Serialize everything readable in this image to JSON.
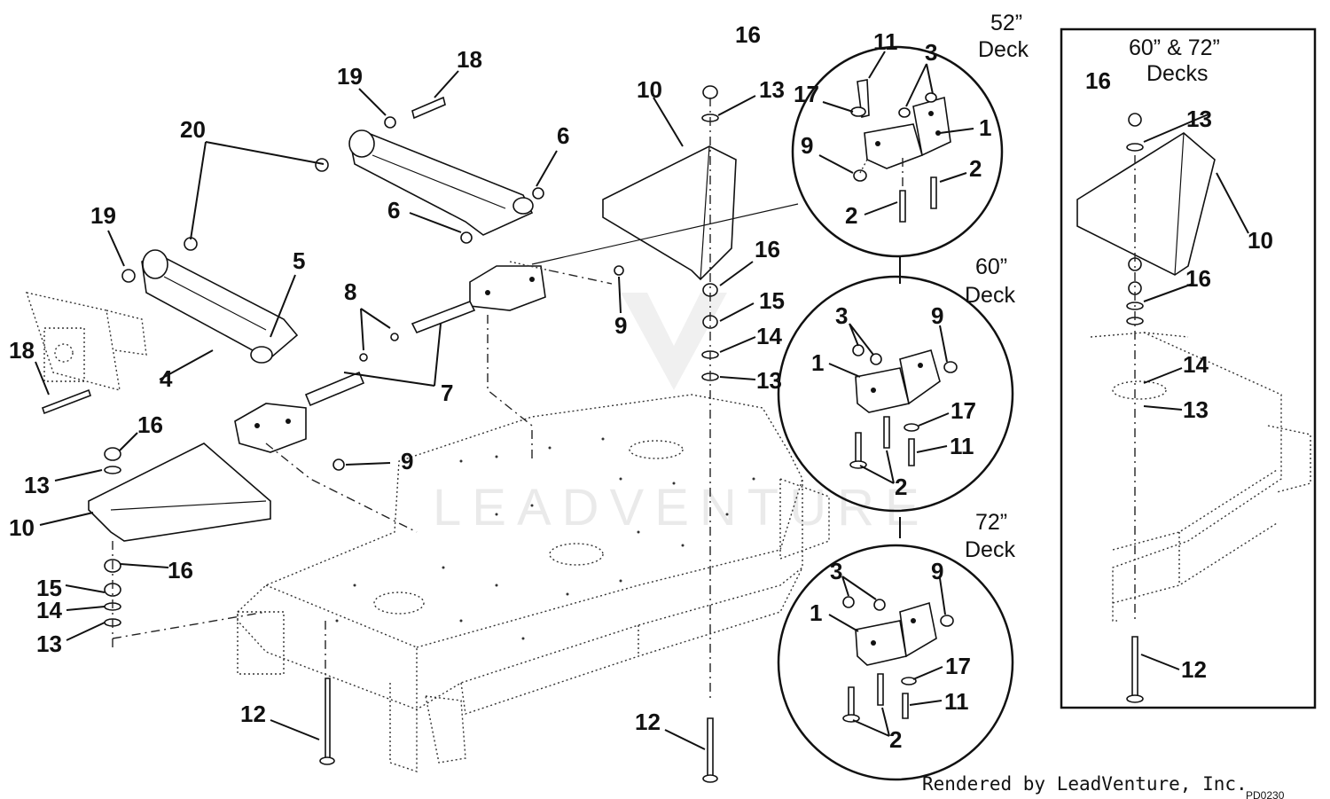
{
  "insets": {
    "deck52": {
      "line1": "52”",
      "line2": "Deck"
    },
    "deck60": {
      "line1": "60”",
      "line2": "Deck"
    },
    "deck72": {
      "line1": "72”",
      "line2": "Deck"
    },
    "decks6072": {
      "line1": "60” & 72”",
      "line2": "Decks"
    }
  },
  "callouts": {
    "main": {
      "c18a": "18",
      "c19a": "19",
      "c20": "20",
      "c6a": "6",
      "c6b": "6",
      "c10a": "10",
      "c16a": "16",
      "c13a": "13",
      "c19b": "19",
      "c5": "5",
      "c8": "8",
      "c9a": "9",
      "c16b": "16",
      "c15a": "15",
      "c14a": "14",
      "c13b": "13",
      "c18b": "18",
      "c4": "4",
      "c7": "7",
      "c16c": "16",
      "c9b": "9",
      "c13c": "13",
      "c10b": "10",
      "c15b": "15",
      "c16d": "16",
      "c14b": "14",
      "c13d": "13",
      "c12a": "12",
      "c12b": "12"
    },
    "deck52": {
      "c11": "11",
      "c3": "3",
      "c17": "17",
      "c1": "1",
      "c9": "9",
      "c2a": "2",
      "c2b": "2"
    },
    "deck60": {
      "c3": "3",
      "c9": "9",
      "c1": "1",
      "c17": "17",
      "c11": "11",
      "c2": "2"
    },
    "deck72": {
      "c3": "3",
      "c9": "9",
      "c1": "1",
      "c17": "17",
      "c11": "11",
      "c2": "2"
    },
    "decks6072": {
      "c16a": "16",
      "c13a": "13",
      "c10": "10",
      "c16b": "16",
      "c14": "14",
      "c13b": "13",
      "c12": "12"
    }
  },
  "watermark": "LEADVENTURE",
  "credit": "Rendered by LeadVenture, Inc.",
  "diagram_code": "PD0230"
}
